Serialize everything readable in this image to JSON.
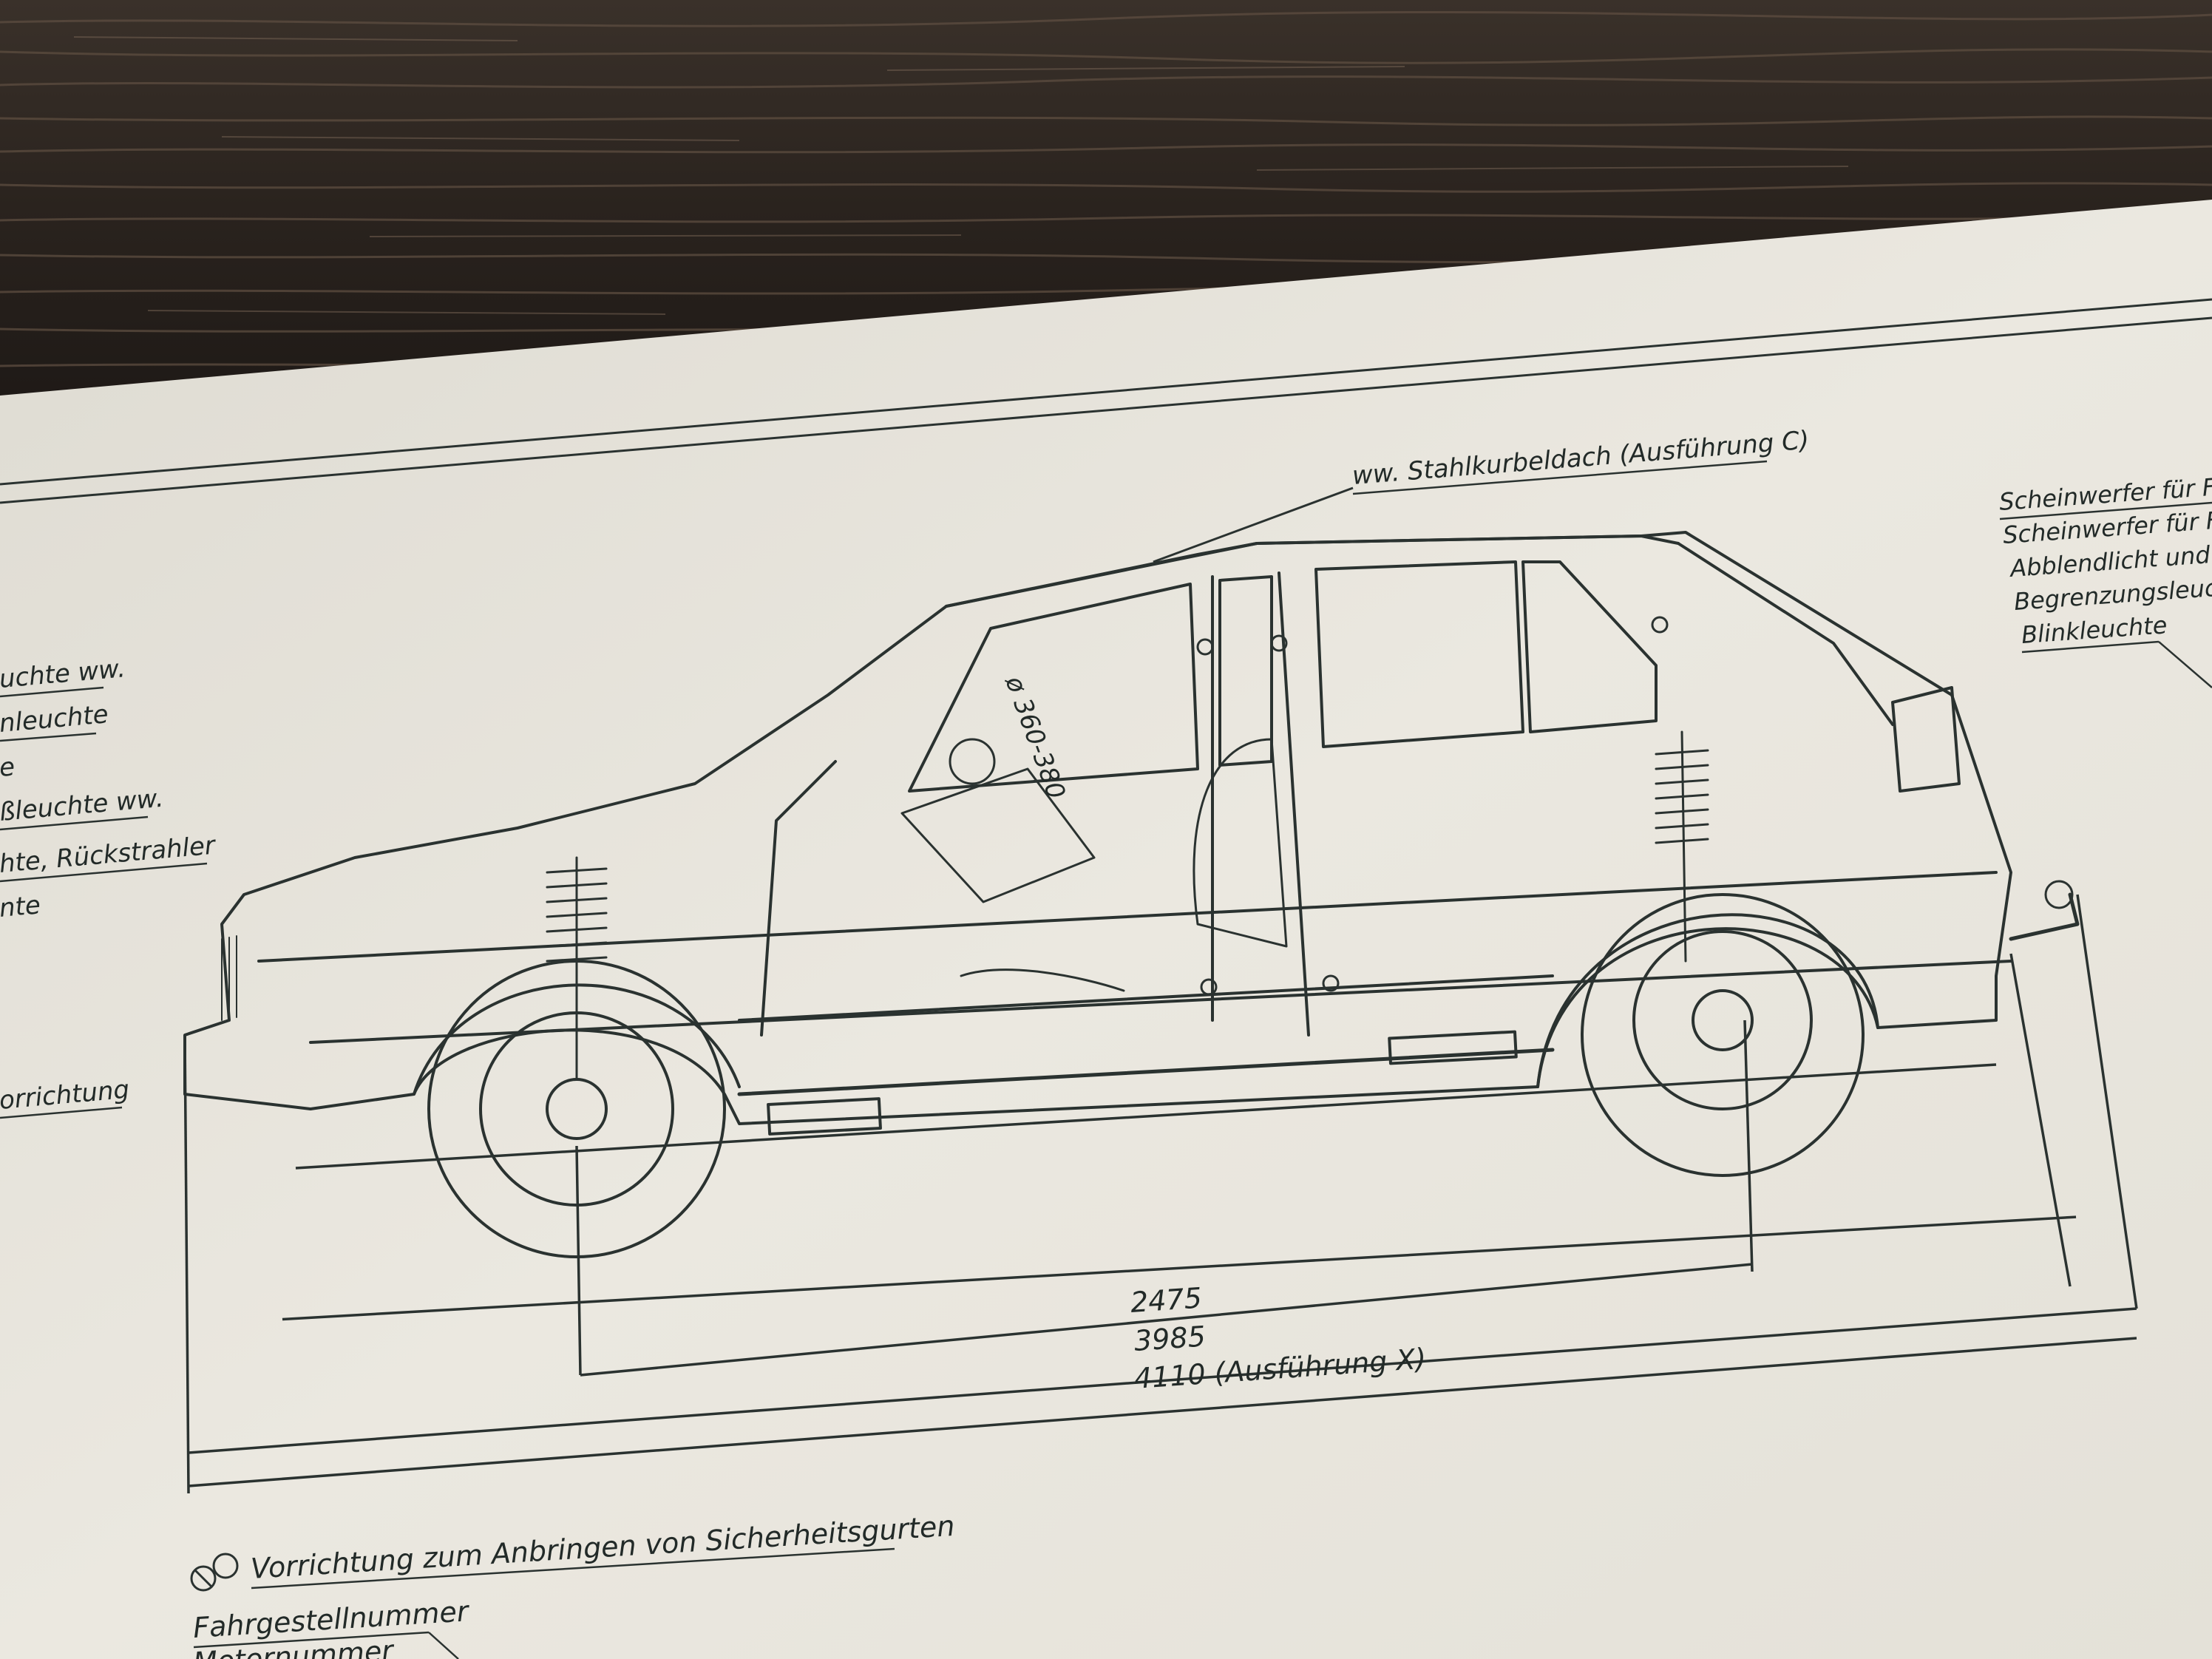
{
  "colors": {
    "wood_dark": "#2a241f",
    "wood_light": "#5a4a3e",
    "paper": "#e9e6de",
    "ink": "#2a3230"
  },
  "drawing": {
    "roof_label": "ww. Stahlkurbeldach (Ausführung C)",
    "glass_label": "ø 360-380",
    "dimensions": {
      "wheelbase": "2475",
      "length": "3985",
      "length_variant": "4110 (Ausführung X)"
    },
    "left_labels": [
      "uchte ww.",
      "nleuchte",
      "e",
      "ßleuchte ww.",
      "hte, Rückstrahler",
      "nte",
      "orrichtung"
    ],
    "right_labels": [
      "Scheinwerfer für Fe",
      "Scheinwerfer für Fe",
      "Abblendlicht und",
      "Begrenzungsleuchte",
      "Blinkleuchte"
    ],
    "legend": {
      "belt_anchor": "Vorrichtung zum Anbringen von Sicherheitsgurten",
      "chassis_number": "Fahrgestellnummer",
      "engine_number": "Motornummer"
    }
  }
}
